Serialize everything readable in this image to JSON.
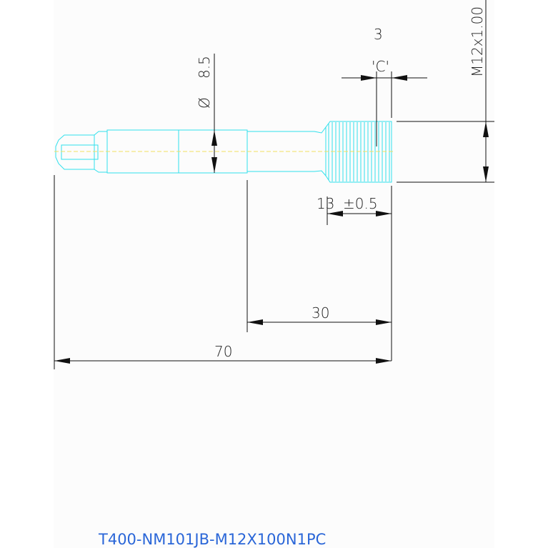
{
  "drawing": {
    "part_number": "T400-NM101JB-M12X100N1PC",
    "dims": {
      "diameter_symbol": "Ø",
      "diameter": "8.5",
      "thread": "M12x1.00",
      "chamfer_top": "3",
      "chamfer_label": "'C'",
      "offset_a": "13",
      "offset_b": "±0.5",
      "len_30": "30",
      "len_70": "70"
    }
  }
}
